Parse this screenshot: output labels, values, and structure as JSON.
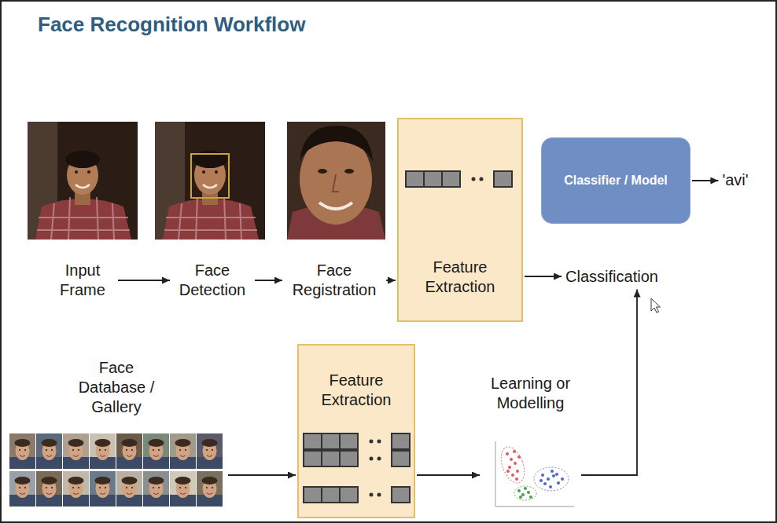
{
  "diagram": {
    "title": "Face Recognition Workflow",
    "nodes": [
      {
        "text": [
          "Input Frame"
        ]
      },
      {
        "text": [
          "Face Detection"
        ]
      },
      {
        "text": [
          "Face Registration"
        ]
      },
      {
        "text": [
          "Feature Extraction"
        ]
      },
      {
        "text": [
          "Classifier / Model"
        ]
      },
      {
        "text": [
          "'avi'"
        ]
      },
      {
        "text": [
          "Classification"
        ]
      },
      {
        "text": [
          "Face Database / Gallery"
        ]
      },
      {
        "text": [
          "Feature Extraction"
        ]
      },
      {
        "text": [
          "Learning or Modelling"
        ]
      }
    ],
    "edges": [
      {
        "from": 0,
        "to": 1,
        "arrow": "to"
      },
      {
        "from": 1,
        "to": 2,
        "arrow": "to"
      },
      {
        "from": 2,
        "to": 3,
        "arrow": "to"
      },
      {
        "from": 3,
        "to": 6,
        "arrow": "to"
      },
      {
        "from": 4,
        "to": 5,
        "arrow": "to"
      },
      {
        "from": 7,
        "to": 8,
        "arrow": "to"
      },
      {
        "from": 8,
        "to": 9,
        "arrow": "to"
      },
      {
        "from": 9,
        "to": 6,
        "arrow": "to"
      }
    ]
  }
}
